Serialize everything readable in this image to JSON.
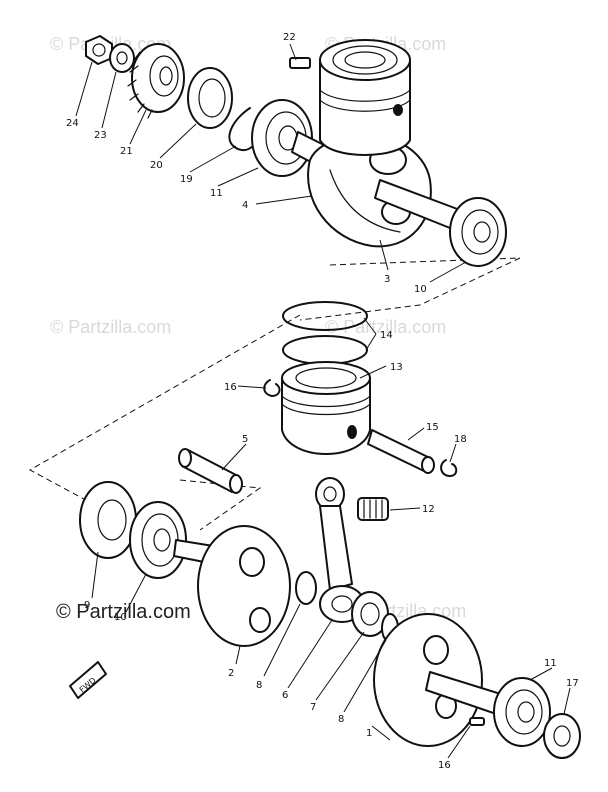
{
  "watermarks": {
    "faint": "© Partzilla.com",
    "main": "© Partzilla.com"
  },
  "fwd_label": "FWD",
  "callouts": {
    "p22": "22",
    "p24": "24",
    "p23": "23",
    "p21": "21",
    "p20": "20",
    "p19": "19",
    "p11a": "11",
    "p4": "4",
    "p3": "3",
    "p10": "10",
    "p14": "14",
    "p13": "13",
    "p16a": "16",
    "p15": "15",
    "p18": "18",
    "p5": "5",
    "p12": "12",
    "p9": "9",
    "p10b": "10",
    "p2": "2",
    "p8a": "8",
    "p6": "6",
    "p7": "7",
    "p8b": "8",
    "p1": "1",
    "p11b": "11",
    "p17": "17",
    "p16b": "16"
  },
  "colors": {
    "ink": "#111111",
    "watermark": "#d9d9d9",
    "background": "#ffffff"
  }
}
